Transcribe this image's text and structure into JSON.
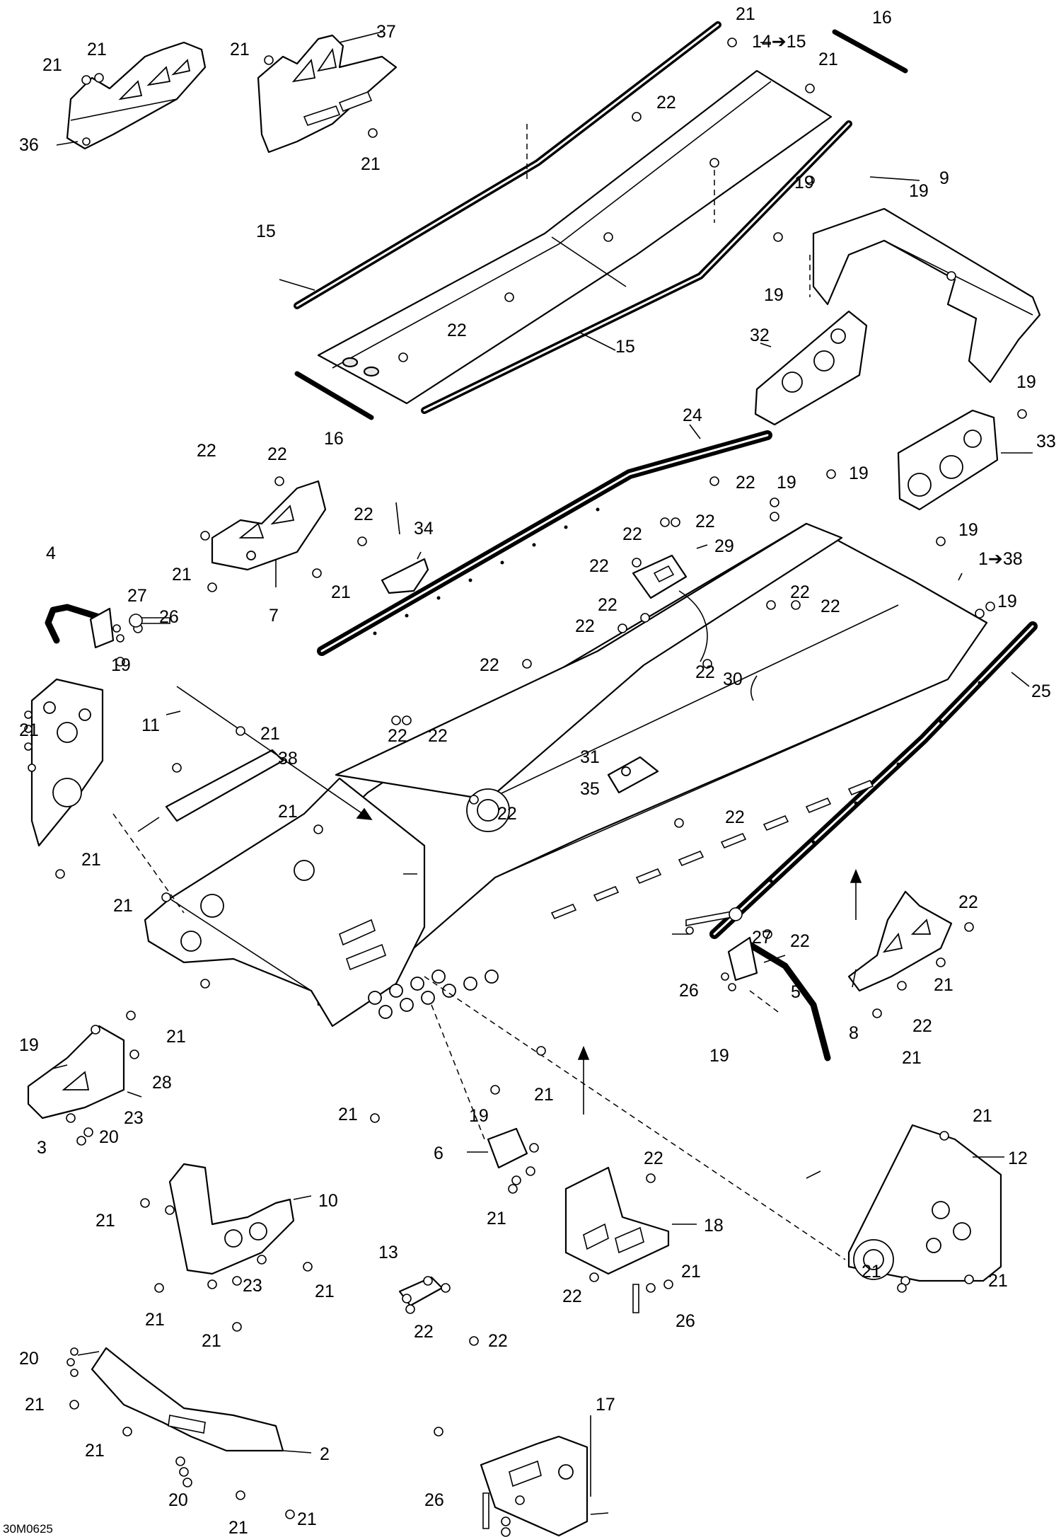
{
  "drawing_code": "30M0625",
  "callouts": [
    {
      "id": "c21a",
      "text": "21"
    },
    {
      "id": "c21b",
      "text": "21"
    },
    {
      "id": "c36",
      "text": "36"
    },
    {
      "id": "c21c",
      "text": "21"
    },
    {
      "id": "c37",
      "text": "37"
    },
    {
      "id": "c21d",
      "text": "21"
    },
    {
      "id": "c21e",
      "text": "21"
    },
    {
      "id": "c14",
      "text": "14➔15"
    },
    {
      "id": "c21f",
      "text": "21"
    },
    {
      "id": "c16a",
      "text": "16"
    },
    {
      "id": "c22a",
      "text": "22"
    },
    {
      "id": "c15a",
      "text": "15"
    },
    {
      "id": "c22b",
      "text": "22"
    },
    {
      "id": "c15b",
      "text": "15"
    },
    {
      "id": "c16b",
      "text": "16"
    },
    {
      "id": "c19a",
      "text": "19"
    },
    {
      "id": "c9",
      "text": "9"
    },
    {
      "id": "c19b",
      "text": "19"
    },
    {
      "id": "c19c",
      "text": "19"
    },
    {
      "id": "c32",
      "text": "32"
    },
    {
      "id": "c19d",
      "text": "19"
    },
    {
      "id": "c33",
      "text": "33"
    },
    {
      "id": "c24",
      "text": "24"
    },
    {
      "id": "c22c",
      "text": "22"
    },
    {
      "id": "c19e",
      "text": "19"
    },
    {
      "id": "c19f",
      "text": "19"
    },
    {
      "id": "c22d",
      "text": "22"
    },
    {
      "id": "c22e",
      "text": "22"
    },
    {
      "id": "c22f",
      "text": "22"
    },
    {
      "id": "c29",
      "text": "29"
    },
    {
      "id": "c22g",
      "text": "22"
    },
    {
      "id": "c22h",
      "text": "22"
    },
    {
      "id": "c22i",
      "text": "22"
    },
    {
      "id": "c34",
      "text": "34"
    },
    {
      "id": "c21g",
      "text": "21"
    },
    {
      "id": "c7",
      "text": "7"
    },
    {
      "id": "c21h",
      "text": "21"
    },
    {
      "id": "c19g",
      "text": "19"
    },
    {
      "id": "c1",
      "text": "1➔38"
    },
    {
      "id": "c19h",
      "text": "19"
    },
    {
      "id": "c22j",
      "text": "22"
    },
    {
      "id": "c22k",
      "text": "22"
    },
    {
      "id": "c22l",
      "text": "22"
    },
    {
      "id": "c22m",
      "text": "22"
    },
    {
      "id": "c4",
      "text": "4"
    },
    {
      "id": "c27a",
      "text": "27"
    },
    {
      "id": "c26a",
      "text": "26"
    },
    {
      "id": "c19i",
      "text": "19"
    },
    {
      "id": "c30",
      "text": "30"
    },
    {
      "id": "c25",
      "text": "25"
    },
    {
      "id": "c22n",
      "text": "22"
    },
    {
      "id": "c22o",
      "text": "22"
    },
    {
      "id": "c21i",
      "text": "21"
    },
    {
      "id": "c11",
      "text": "11"
    },
    {
      "id": "c21j",
      "text": "21"
    },
    {
      "id": "c38",
      "text": "38"
    },
    {
      "id": "c22p",
      "text": "22"
    },
    {
      "id": "c22q",
      "text": "22"
    },
    {
      "id": "c31",
      "text": "31"
    },
    {
      "id": "c35",
      "text": "35"
    },
    {
      "id": "c22r",
      "text": "22"
    },
    {
      "id": "c21k",
      "text": "21"
    },
    {
      "id": "c22s",
      "text": "22"
    },
    {
      "id": "c21l",
      "text": "21"
    },
    {
      "id": "c21m",
      "text": "21"
    },
    {
      "id": "c22t",
      "text": "22"
    },
    {
      "id": "c22u",
      "text": "22"
    },
    {
      "id": "c27b",
      "text": "27"
    },
    {
      "id": "c5",
      "text": "5"
    },
    {
      "id": "c26b",
      "text": "26"
    },
    {
      "id": "c21n",
      "text": "21"
    },
    {
      "id": "c19j",
      "text": "19"
    },
    {
      "id": "c8",
      "text": "8"
    },
    {
      "id": "c22v",
      "text": "22"
    },
    {
      "id": "c21o",
      "text": "21"
    },
    {
      "id": "c19k",
      "text": "19"
    },
    {
      "id": "c28",
      "text": "28"
    },
    {
      "id": "c23a",
      "text": "23"
    },
    {
      "id": "c3",
      "text": "3"
    },
    {
      "id": "c20a",
      "text": "20"
    },
    {
      "id": "c19l",
      "text": "19"
    },
    {
      "id": "c21p",
      "text": "21"
    },
    {
      "id": "c21q",
      "text": "21"
    },
    {
      "id": "c21r",
      "text": "21"
    },
    {
      "id": "c6",
      "text": "6"
    },
    {
      "id": "c21s",
      "text": "21"
    },
    {
      "id": "c12",
      "text": "12"
    },
    {
      "id": "c22w",
      "text": "22"
    },
    {
      "id": "c21t",
      "text": "21"
    },
    {
      "id": "c10",
      "text": "10"
    },
    {
      "id": "c13",
      "text": "13"
    },
    {
      "id": "c18",
      "text": "18"
    },
    {
      "id": "c22x",
      "text": "22"
    },
    {
      "id": "c21u",
      "text": "21"
    },
    {
      "id": "c21v",
      "text": "21"
    },
    {
      "id": "c23b",
      "text": "23"
    },
    {
      "id": "c22y",
      "text": "22"
    },
    {
      "id": "c21w",
      "text": "21"
    },
    {
      "id": "c21x",
      "text": "21"
    },
    {
      "id": "c21y",
      "text": "21"
    },
    {
      "id": "c26c",
      "text": "26"
    },
    {
      "id": "c21z",
      "text": "21"
    },
    {
      "id": "c20b",
      "text": "20"
    },
    {
      "id": "c21aa",
      "text": "21"
    },
    {
      "id": "c22z",
      "text": "22"
    },
    {
      "id": "c21ab",
      "text": "21"
    },
    {
      "id": "c17",
      "text": "17"
    },
    {
      "id": "c2",
      "text": "2"
    },
    {
      "id": "c26d",
      "text": "26"
    },
    {
      "id": "c21ac",
      "text": "21"
    },
    {
      "id": "c20c",
      "text": "20"
    },
    {
      "id": "c21ad",
      "text": "21"
    },
    {
      "id": "c21ae",
      "text": "21"
    }
  ]
}
